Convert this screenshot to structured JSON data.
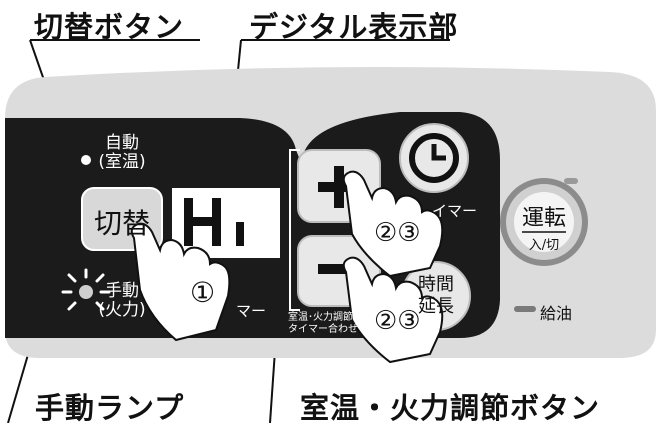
{
  "callouts": {
    "switch_button": "切替ボタン",
    "digital_display": "デジタル表示部",
    "manual_lamp": "手動ランプ",
    "temp_fire_buttons": "室温・火力調節ボタン"
  },
  "panel": {
    "auto_label_line1": "自動",
    "auto_label_line2": "(室温)",
    "switch_button_label": "切替",
    "manual_label_line1": "手動",
    "manual_label_line2": "(火力)",
    "display_value": "Hi",
    "timer_partial": "マー",
    "adjust_caption_line1": "室温･火力調節",
    "adjust_caption_line2": "タイマー合わせ",
    "plus_label": "+",
    "minus_label": "−",
    "timer_label": "イマー",
    "extend_line1": "時間",
    "extend_line2": "延長",
    "run_line1": "運転",
    "run_line2": "入/切",
    "refuel_label": "給油"
  },
  "steps": {
    "step1": "①",
    "step23_upper": "②③",
    "step23_lower": "②③"
  },
  "colors": {
    "panel_light": "#dcdcdc",
    "panel_dark": "#1b1b1b",
    "display_bg": "#ffffff"
  }
}
